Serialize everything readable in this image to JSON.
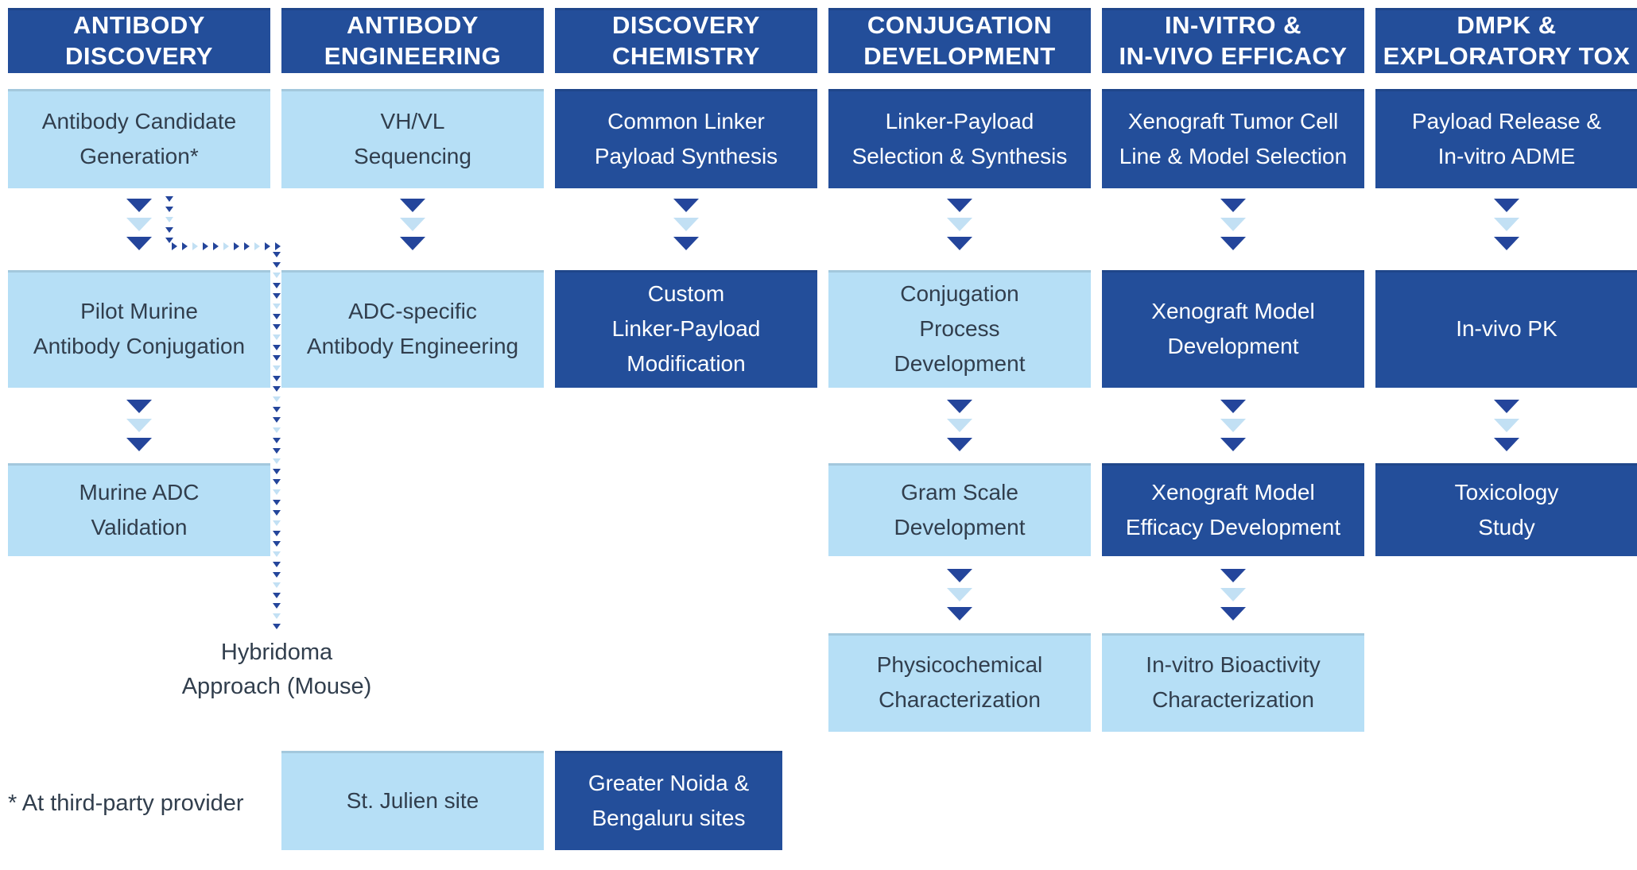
{
  "palette": {
    "dark_blue": "#234E9A",
    "light_blue": "#B6DFF6",
    "arrow_dark": "#24459B",
    "arrow_light": "#C2E0F4",
    "dark_text": "#313E4D",
    "white_text": "#FFFFFF",
    "background": "#FFFFFF"
  },
  "columns": [
    {
      "header": "ANTIBODY\nDISCOVERY",
      "boxes": [
        {
          "label": "Antibody Candidate\nGeneration*",
          "variant": "light"
        },
        {
          "label": "Pilot Murine\nAntibody Conjugation",
          "variant": "light"
        },
        {
          "label": "Murine ADC\nValidation",
          "variant": "light"
        }
      ]
    },
    {
      "header": "ANTIBODY\nENGINEERING",
      "boxes": [
        {
          "label": "VH/VL\nSequencing",
          "variant": "light"
        },
        {
          "label": "ADC-specific\nAntibody Engineering",
          "variant": "light"
        },
        {
          "label": "St. Julien site",
          "variant": "light"
        }
      ]
    },
    {
      "header": "DISCOVERY\nCHEMISTRY",
      "boxes": [
        {
          "label": "Common Linker\nPayload Synthesis",
          "variant": "dark"
        },
        {
          "label": "Custom\nLinker-Payload\nModification",
          "variant": "dark"
        },
        {
          "label": "Greater Noida &\nBengaluru sites",
          "variant": "dark"
        }
      ]
    },
    {
      "header": "CONJUGATION\nDEVELOPMENT",
      "boxes": [
        {
          "label": "Linker-Payload\nSelection & Synthesis",
          "variant": "dark"
        },
        {
          "label": "Conjugation\nProcess\nDevelopment",
          "variant": "light"
        },
        {
          "label": "Gram Scale\nDevelopment",
          "variant": "light"
        },
        {
          "label": "Physicochemical\nCharacterization",
          "variant": "light"
        }
      ]
    },
    {
      "header": "IN-VITRO &\nIN-VIVO EFFICACY",
      "boxes": [
        {
          "label": "Xenograft Tumor Cell\nLine & Model Selection",
          "variant": "dark"
        },
        {
          "label": "Xenograft Model\nDevelopment",
          "variant": "dark"
        },
        {
          "label": "Xenograft Model\nEfficacy Development",
          "variant": "dark"
        },
        {
          "label": "In-vitro Bioactivity\nCharacterization",
          "variant": "light"
        }
      ]
    },
    {
      "header": "DMPK &\nEXPLORATORY TOX",
      "boxes": [
        {
          "label": "Payload Release &\nIn-vitro ADME",
          "variant": "dark"
        },
        {
          "label": "In-vivo PK",
          "variant": "dark"
        },
        {
          "label": "Toxicology\nStudy",
          "variant": "dark"
        }
      ]
    }
  ],
  "annotations": {
    "hybridoma_label": "Hybridoma\nApproach (Mouse)",
    "footnote": "* At third-party provider"
  }
}
